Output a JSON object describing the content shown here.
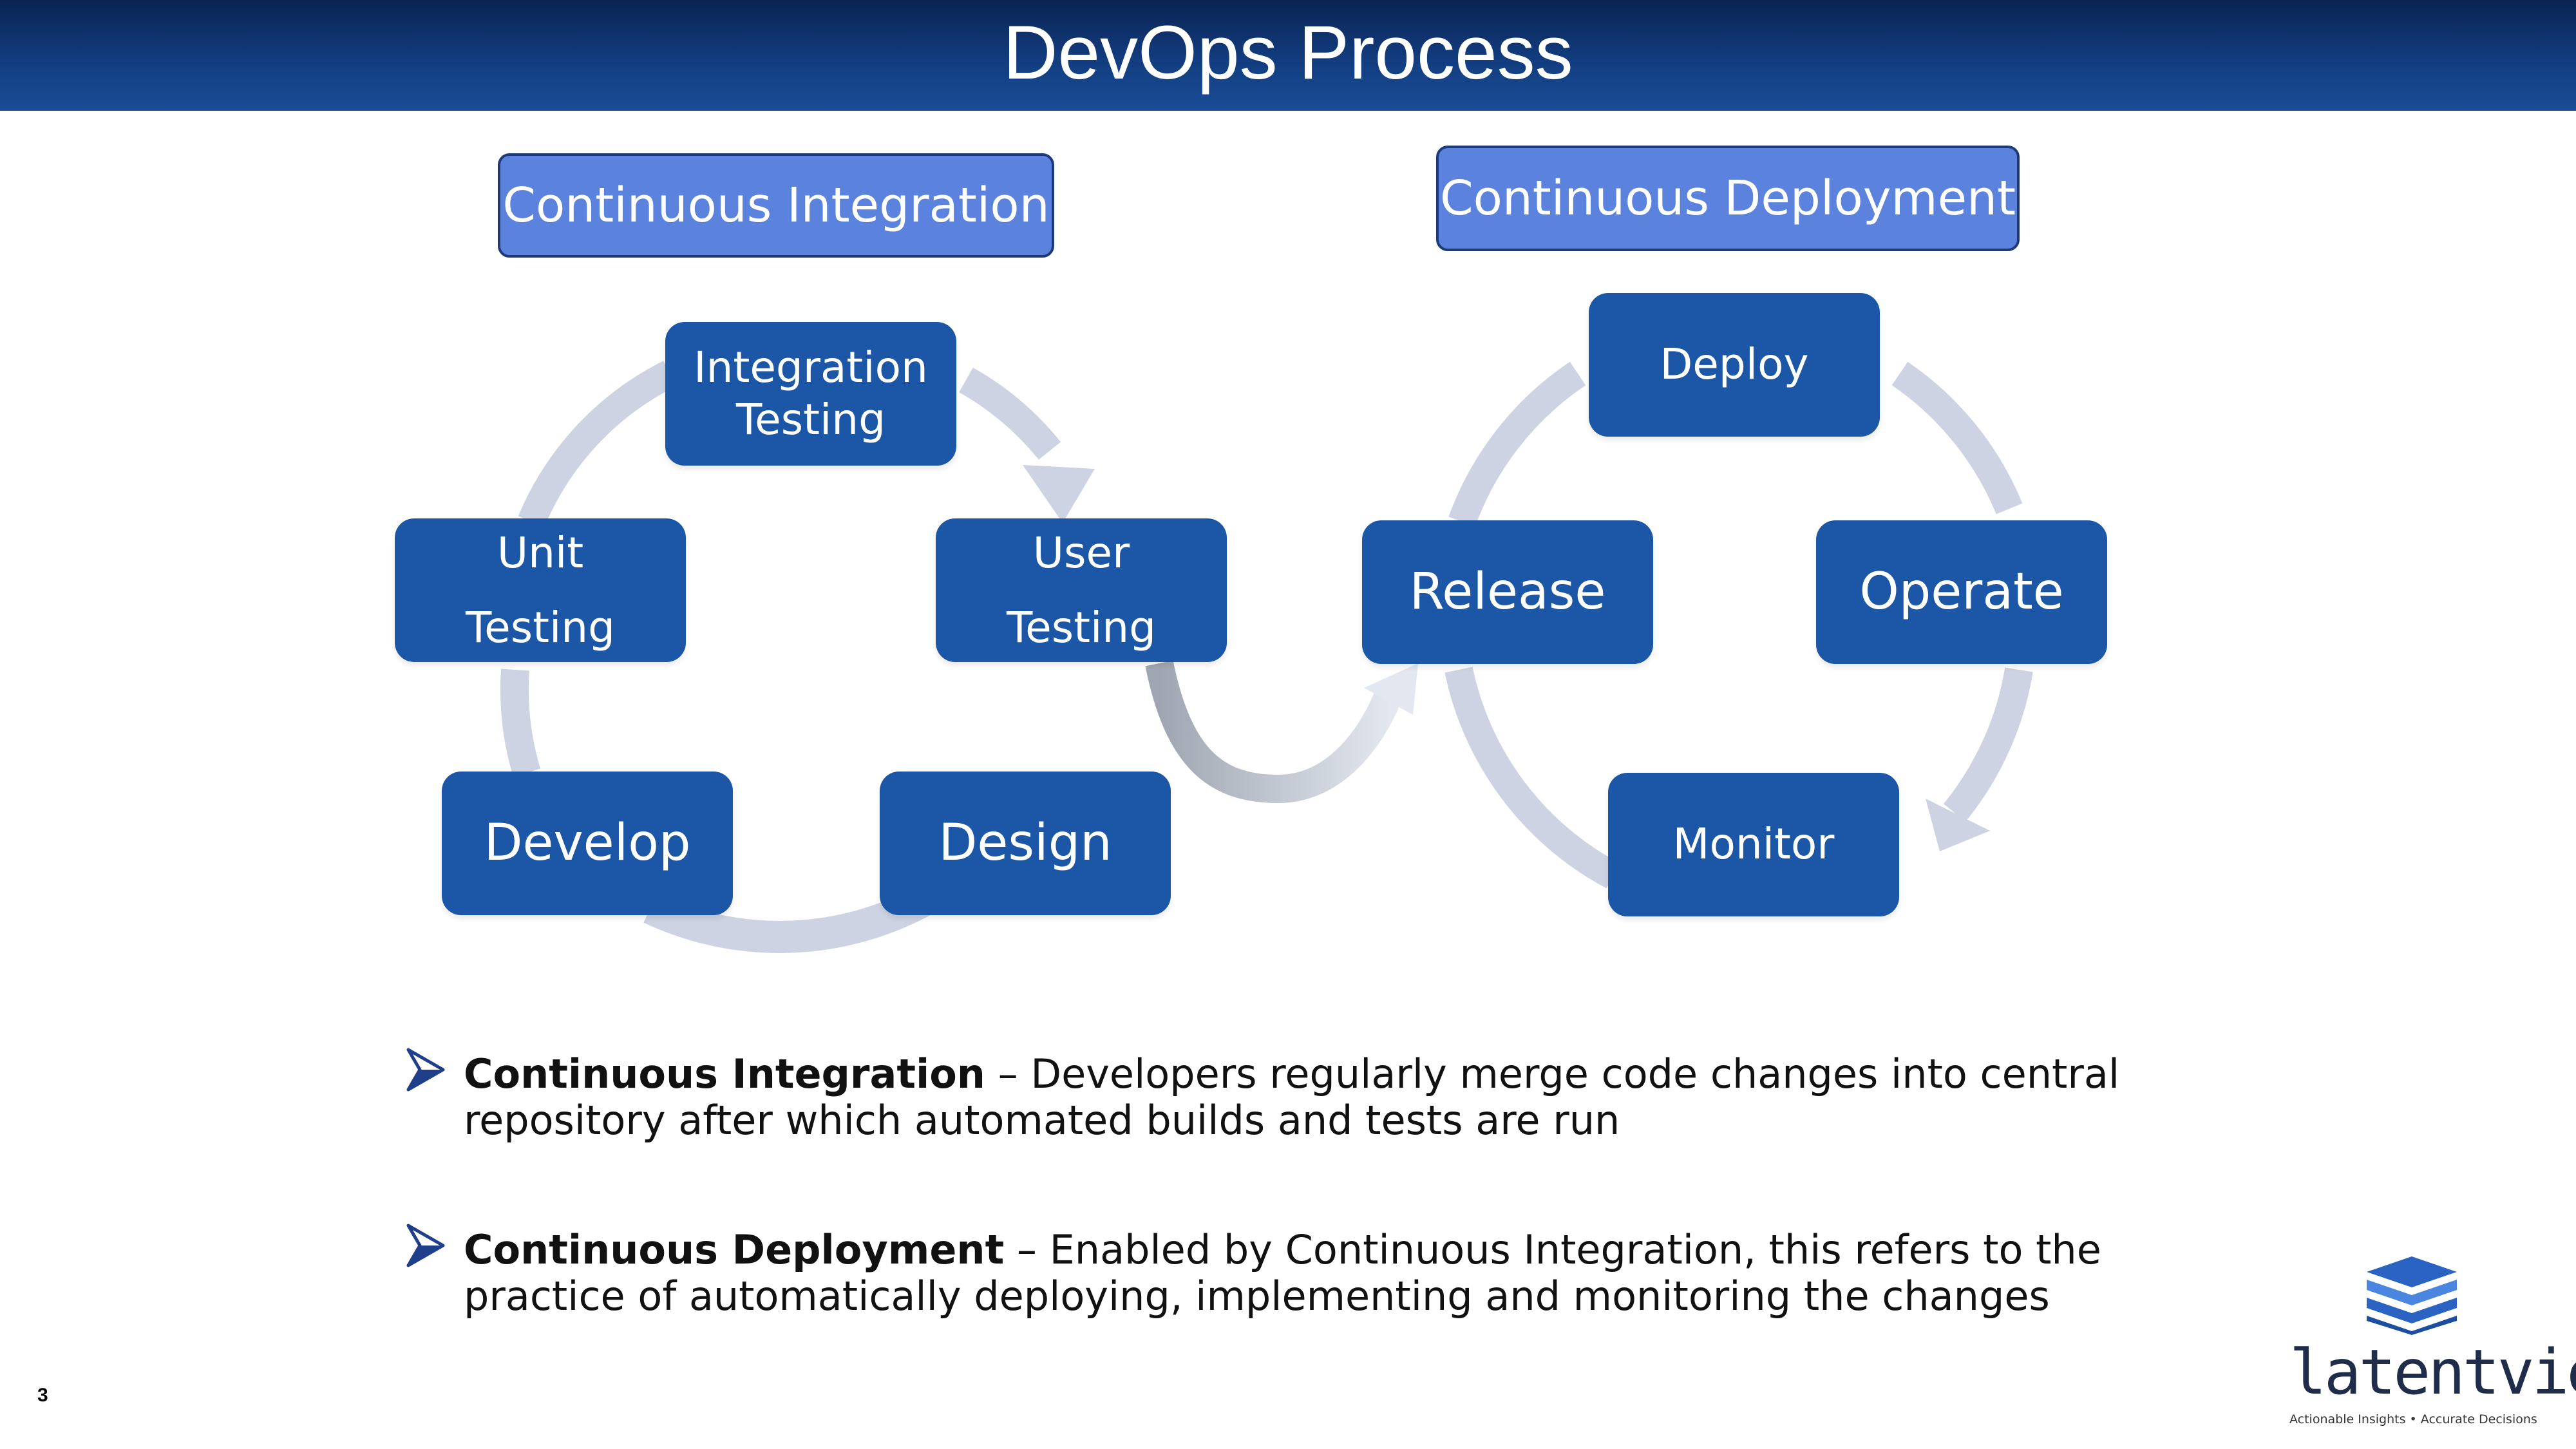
{
  "slide": {
    "title": "DevOps Process",
    "page_number": "3"
  },
  "colors": {
    "header": "#123d80",
    "box_fill": "#1b57a6",
    "label_fill": "#5b82dc",
    "cycle_arrow": "#cdd3e2",
    "connector": "#a9b0bb"
  },
  "ci": {
    "label": "Continuous Integration",
    "steps": {
      "integration_testing": [
        "Integration",
        "Testing"
      ],
      "user_testing": [
        "User",
        "Testing"
      ],
      "design": "Design",
      "develop": "Develop",
      "unit_testing": [
        "Unit",
        "Testing"
      ]
    }
  },
  "cd": {
    "label": "Continuous Deployment",
    "steps": {
      "deploy": "Deploy",
      "operate": "Operate",
      "monitor": "Monitor",
      "release": "Release"
    }
  },
  "bullets": [
    {
      "term": "Continuous Integration",
      "text": " – Developers regularly merge code changes into central repository after which automated builds and tests are run"
    },
    {
      "term": "Continuous Deployment",
      "text": " – Enabled by Continuous Integration, this refers to the practice of automatically deploying, implementing and monitoring the changes"
    }
  ],
  "logo": {
    "icon": "stacked-layers-icon",
    "wordmark": "latentview",
    "tagline": "Actionable Insights • Accurate Decisions"
  }
}
